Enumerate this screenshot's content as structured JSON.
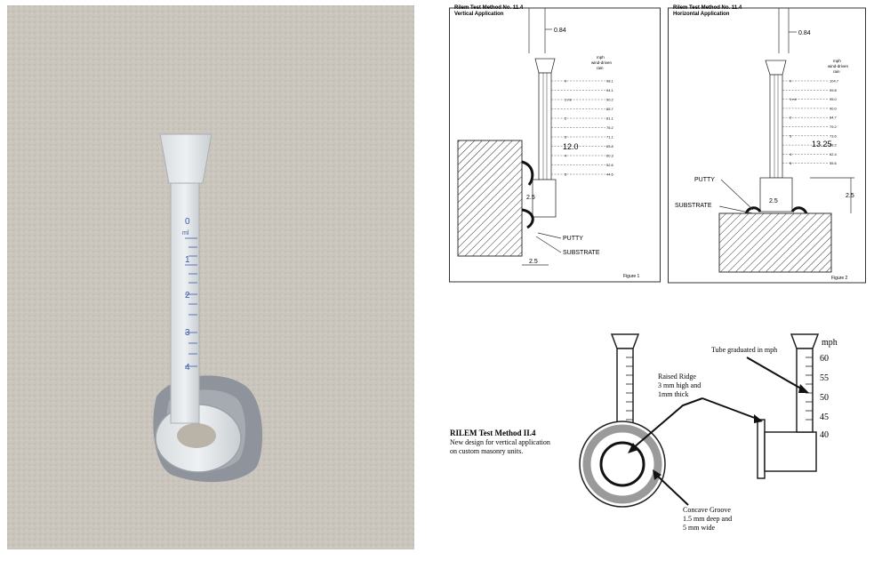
{
  "photo": {
    "cylinder_marks": [
      "0",
      "ml",
      "1",
      "2",
      "3",
      "4"
    ]
  },
  "figure1": {
    "title": "Rilem Test Method No. 11.4",
    "subtitle": "Vertical Application",
    "dim_top": "0.84",
    "scale_header": [
      "mph",
      "wind-driven",
      "rain"
    ],
    "scale_values": [
      "98.1",
      "94.1",
      "90.2",
      "85.7",
      "81.1",
      "76.2",
      "71.1",
      "65.8",
      "60.3",
      "52.6",
      "44.6"
    ],
    "left_ticks": [
      "0",
      "",
      "1 ml",
      "",
      "2",
      "",
      "3",
      "",
      "4",
      "",
      "5"
    ],
    "dim_height": "12.0",
    "dim_inner": "2.5",
    "dim_base": "2.5",
    "label_putty": "PUTTY",
    "label_substrate": "SUBSTRATE",
    "caption": "Figure 1"
  },
  "figure2": {
    "title": "Rilem Test Method No. 11.4",
    "subtitle": "Horizontal Application",
    "dim_top": "0.84",
    "scale_header": [
      "mph",
      "wind-driven",
      "rain"
    ],
    "scale_values": [
      "104.7",
      "99.8",
      "95.0",
      "90.0",
      "84.7",
      "79.2",
      "73.6",
      "68.2",
      "62.4",
      "55.6"
    ],
    "left_ticks": [
      "0",
      "",
      "1 ml",
      "",
      "2",
      "",
      "3",
      "",
      "4",
      "5"
    ],
    "dim_height": "13.25",
    "dim_inner": "2.5",
    "dim_side": "2.5",
    "label_putty": "PUTTY",
    "label_substrate": "SUBSTRATE",
    "caption": "Figure 2"
  },
  "figure3": {
    "title": "RILEM Test Method II.4",
    "desc_line1": "New design for vertical application",
    "desc_line2": "on custom masonry units.",
    "ridge_l1": "Raised Ridge",
    "ridge_l2": "3 mm high and",
    "ridge_l3": "1mm thick",
    "tube_label": "Tube graduated in mph",
    "unit": "mph",
    "scale": [
      "60",
      "55",
      "50",
      "45",
      "40"
    ],
    "groove_l1": "Concave Groove",
    "groove_l2": "1.5 mm deep and",
    "groove_l3": "5 mm wide"
  }
}
